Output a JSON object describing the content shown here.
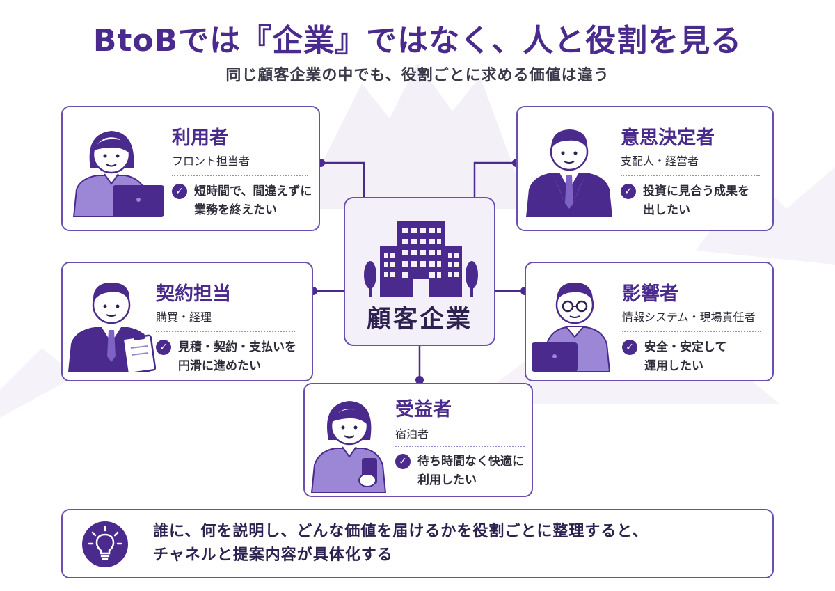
{
  "title": "BtoBでは『企業』ではなく、人と役割を見る",
  "subtitle": "同じ顧客企業の中でも、役割ごとに求める価値は違う",
  "center": {
    "label": "顧客企業",
    "icon": "office-building-icon"
  },
  "roles": {
    "user": {
      "role": "利用者",
      "dept": "フロント担当者",
      "need_line1": "短時間で、間違えずに",
      "need_line2": "業務を終えたい"
    },
    "decision": {
      "role": "意思決定者",
      "dept": "支配人・経営者",
      "need_line1": "投資に見合う成果を",
      "need_line2": "出したい"
    },
    "contract": {
      "role": "契約担当",
      "dept": "購買・経理",
      "need_line1": "見積・契約・支払いを",
      "need_line2": "円滑に進めたい"
    },
    "influencer": {
      "role": "影響者",
      "dept": "情報システム・現場責任者",
      "need_line1": "安全・安定して",
      "need_line2": "運用したい"
    },
    "beneficiary": {
      "role": "受益者",
      "dept": "宿泊者",
      "need_line1": "待ち時間なく快適に",
      "need_line2": "利用したい"
    }
  },
  "bottom": {
    "line1": "誰に、何を説明し、どんな価値を届けるかを役割ごとに整理すると、",
    "line2": "チャネルと提案内容が具体化する",
    "icon": "lightbulb-icon"
  },
  "colors": {
    "accent": "#4a2a8c",
    "border": "#6a4fb0",
    "avatar": "#7e62c4",
    "avatar_light": "#9c86d6"
  }
}
